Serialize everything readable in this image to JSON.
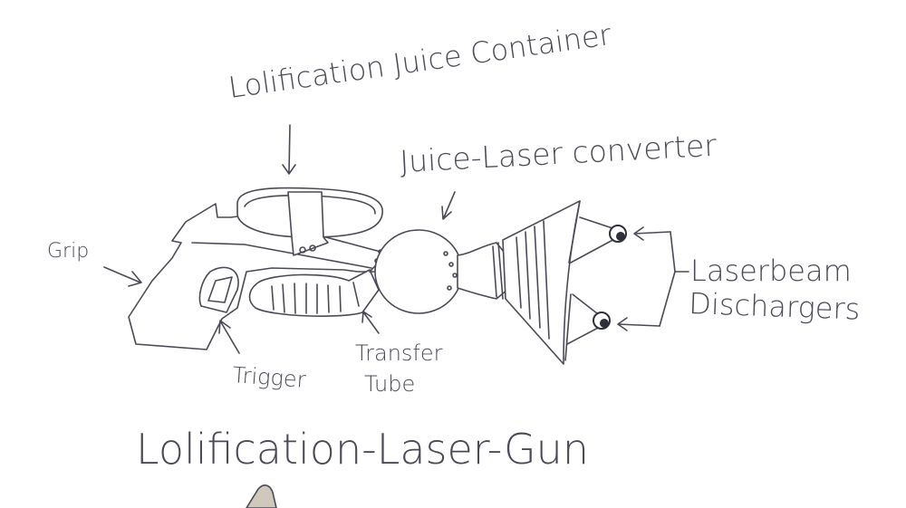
{
  "labels": {
    "juice_container": "Lolification Juice Container",
    "converter": "Juice-Laser converter",
    "grip": "Grip",
    "laserbeam_line1": "Laserbeam",
    "laserbeam_line2": "Dischargers",
    "trigger": "Trigger",
    "transfer_line1": "Transfer",
    "transfer_line2": "Tube",
    "title": "Lolification-Laser-Gun"
  }
}
